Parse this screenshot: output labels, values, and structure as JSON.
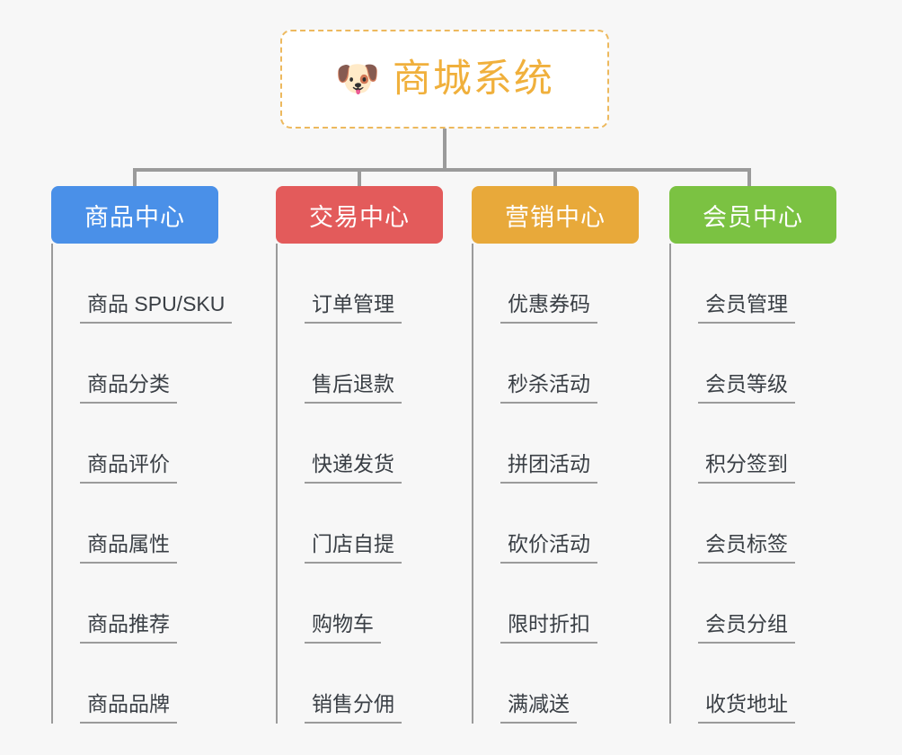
{
  "page": {
    "background_color": "#f7f7f7",
    "connector_color": "#9b9b9b",
    "leaf_text_color": "#3a3f45"
  },
  "root": {
    "icon": "shiba-dog-face-emoji",
    "icon_glyph": "🐶",
    "title": "商城系统",
    "title_color": "#f0b03c",
    "border_color": "#edb95e",
    "fill_color": "#ffffff"
  },
  "branches": [
    {
      "id": "product-center",
      "label": "商品中心",
      "color": "#4a90e8",
      "items": [
        {
          "label": "商品 SPU/SKU"
        },
        {
          "label": "商品分类"
        },
        {
          "label": "商品评价"
        },
        {
          "label": "商品属性"
        },
        {
          "label": "商品推荐"
        },
        {
          "label": "商品品牌"
        }
      ]
    },
    {
      "id": "trade-center",
      "label": "交易中心",
      "color": "#e35b5b",
      "items": [
        {
          "label": "订单管理"
        },
        {
          "label": "售后退款"
        },
        {
          "label": "快递发货"
        },
        {
          "label": "门店自提"
        },
        {
          "label": "购物车"
        },
        {
          "label": "销售分佣"
        }
      ]
    },
    {
      "id": "marketing-center",
      "label": "营销中心",
      "color": "#e8a93a",
      "items": [
        {
          "label": "优惠券码"
        },
        {
          "label": "秒杀活动"
        },
        {
          "label": "拼团活动"
        },
        {
          "label": "砍价活动"
        },
        {
          "label": "限时折扣"
        },
        {
          "label": "满减送"
        }
      ]
    },
    {
      "id": "member-center",
      "label": "会员中心",
      "color": "#7bc242",
      "items": [
        {
          "label": "会员管理"
        },
        {
          "label": "会员等级"
        },
        {
          "label": "积分签到"
        },
        {
          "label": "会员标签"
        },
        {
          "label": "会员分组"
        },
        {
          "label": "收货地址"
        }
      ]
    }
  ]
}
